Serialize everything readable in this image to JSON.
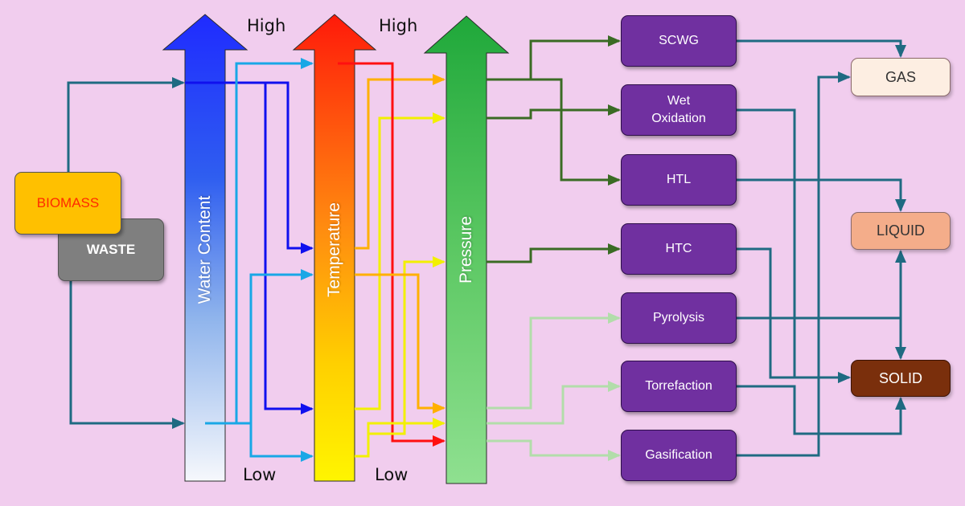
{
  "sources": {
    "biomass": "BIOMASS",
    "waste": "WASTE"
  },
  "scales": {
    "water_content": "Water Content",
    "temperature": "Temperature",
    "pressure": "Pressure",
    "high_label": "High",
    "low_label": "Low"
  },
  "processes": {
    "scwg": "SCWG",
    "wet_oxidation": "Wet\nOxidation",
    "htl": "HTL",
    "htc": "HTC",
    "pyrolysis": "Pyrolysis",
    "torrefaction": "Torrefaction",
    "gasification": "Gasification"
  },
  "outputs": {
    "gas": "GAS",
    "liquid": "LIQUID",
    "solid": "SOLID"
  },
  "colors": {
    "background": "#f1cdee",
    "water_arrow_top": "#1f2bff",
    "temperature_arrow_top": "#ff1a0a",
    "pressure_arrow_top": "#1fa83a",
    "process_box": "#7030a0",
    "gas_box": "#fdeee2",
    "liquid_box": "#f4ad8a",
    "solid_box": "#7a2f0c",
    "biomass_box": "#ffc000",
    "waste_box": "#7f7f7f",
    "teal_line": "#1f6a82",
    "dark_green_line": "#3a6b24",
    "light_green_line": "#b2ddaa"
  }
}
